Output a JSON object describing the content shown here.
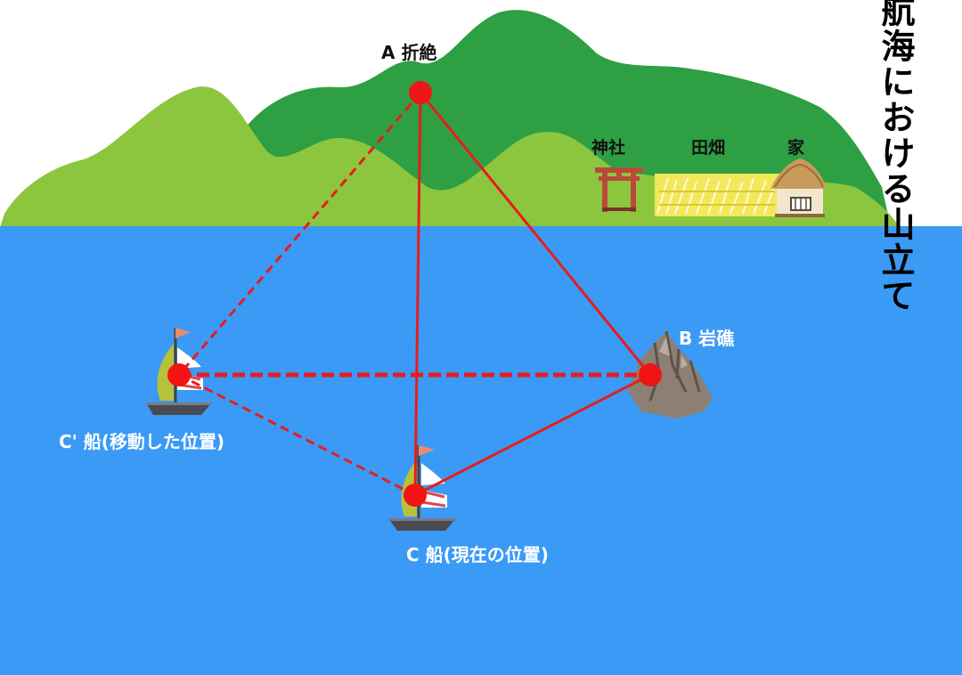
{
  "title": "航海における山立て",
  "points": {
    "A": {
      "label": "A 折絶"
    },
    "B": {
      "label": "B 岩礁"
    },
    "C": {
      "label": "C 船(現在の位置)"
    },
    "C_prime": {
      "label": "C' 船(移動した位置)"
    }
  },
  "landmarks": {
    "shrine": "神社",
    "field": "田畑",
    "house": "家"
  },
  "colors": {
    "sky": "#ffffff",
    "sea": "#3a9af5",
    "mountain_back": "#2ea043",
    "mountain_front": "#8cc63f",
    "line": "#e81c1c",
    "point": "#f01414",
    "torii": "#b94a3a"
  }
}
